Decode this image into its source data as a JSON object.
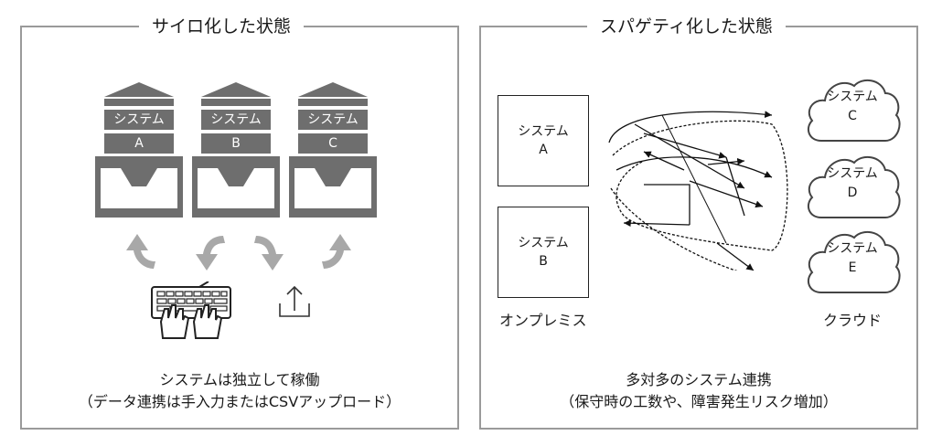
{
  "left_panel": {
    "title": "サイロ化した状態",
    "silos": [
      {
        "line1": "システム",
        "line2": "A"
      },
      {
        "line1": "システム",
        "line2": "B"
      },
      {
        "line1": "システム",
        "line2": "C"
      }
    ],
    "caption_line1": "システムは独立して稼働",
    "caption_line2": "（データ連携は手入力またはCSVアップロード）"
  },
  "right_panel": {
    "title": "スパゲティ化した状態",
    "onprem_systems": [
      {
        "line1": "システム",
        "line2": "A"
      },
      {
        "line1": "システム",
        "line2": "B"
      }
    ],
    "onprem_label": "オンプレミス",
    "cloud_systems": [
      {
        "line1": "システム",
        "line2": "C"
      },
      {
        "line1": "システム",
        "line2": "D"
      },
      {
        "line1": "システム",
        "line2": "E"
      }
    ],
    "cloud_label": "クラウド",
    "caption_line1": "多対多のシステム連携",
    "caption_line2": "（保守時の工数や、障害発生リスク増加）"
  },
  "colors": {
    "silo_fill": "#6e6e6e",
    "arrow_fill": "#a8a8a8",
    "border": "#9a9a9a"
  },
  "icons": [
    "keyboard-hands-icon",
    "upload-icon",
    "cloud-icon"
  ]
}
